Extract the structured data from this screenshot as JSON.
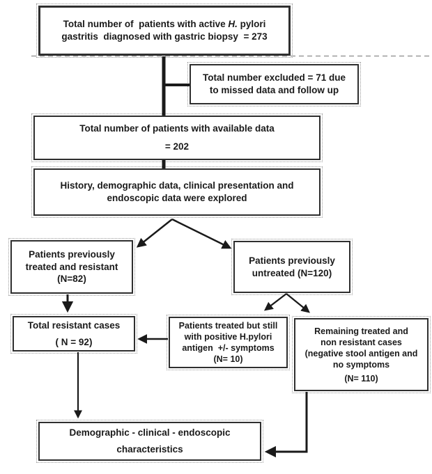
{
  "title": "Patient selection flowchart",
  "colors": {
    "ink": "#1a1a1a",
    "border": "#2f2f2f",
    "artifact": "#8a8a8a"
  },
  "boxes": {
    "total_active": {
      "l1_pre": "Total number of  patients with active ",
      "l1_italic": "H.",
      "l1_post": " pylori",
      "line2": "gastritis  diagnosed with gastric biopsy  = 273"
    },
    "excluded": {
      "lines": [
        "Total number excluded = 71 due",
        "to missed data and follow up"
      ]
    },
    "available": {
      "lines": [
        "Total number of patients with available data",
        "= 202"
      ]
    },
    "explored": {
      "lines": [
        "History, demographic data, clinical presentation and",
        "endoscopic data were explored"
      ]
    },
    "treated_resistant": {
      "lines": [
        "Patients previously",
        "treated and resistant",
        "(N=82)"
      ]
    },
    "untreated": {
      "lines": [
        "Patients previously",
        "untreated (N=120)"
      ]
    },
    "total_resistant": {
      "lines": [
        "Total resistant cases",
        "( N = 92)"
      ]
    },
    "treated_positive": {
      "lines": [
        "Patients treated but still",
        "with positive H.pylori",
        "antigen  +/- symptoms",
        "(N= 10)"
      ]
    },
    "remaining": {
      "lines": [
        "Remaining treated and",
        "non resistant cases",
        "(negative stool antigen and",
        "no symptoms",
        "(N= 110)"
      ]
    },
    "characteristics": {
      "lines": [
        "Demographic - clinical - endoscopic",
        "characteristics"
      ]
    }
  }
}
